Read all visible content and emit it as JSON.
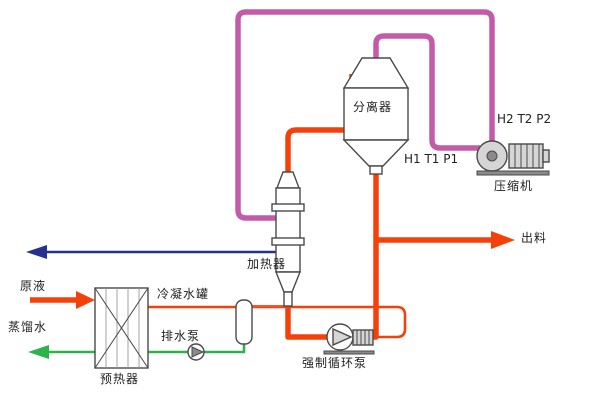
{
  "diagram": {
    "labels": {
      "raw_liquid": "原液",
      "distilled_water": "蒸馏水",
      "preheater": "预热器",
      "drain_pump": "排水泵",
      "condensate_tank": "冷凝水罐",
      "heater": "加热器",
      "forced_circulation_pump": "强制循环泵",
      "separator": "分离器",
      "discharge": "出料",
      "compressor": "压缩机",
      "compressor_inlet_tags": "H1 T1 P1",
      "compressor_outlet_tags": "H2 T2 P2"
    },
    "colors": {
      "vapor_line": "#c25ca8",
      "process_line": "#f4410c",
      "condensate_line": "#ee5a2c",
      "vent_line": "#26318f",
      "water_line": "#2eb34a",
      "equipment_stroke": "#4a4a4a",
      "equipment_fill": "#ffffff",
      "motor_fill": "#d6d6d6"
    }
  }
}
